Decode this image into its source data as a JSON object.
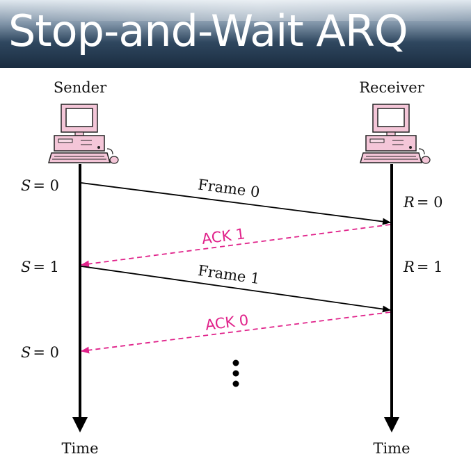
{
  "title": "Stop-and-Wait ARQ",
  "sender": {
    "label": "Sender",
    "time_label": "Time"
  },
  "receiver": {
    "label": "Receiver",
    "time_label": "Time"
  },
  "sender_states": [
    {
      "var": "S",
      "eq": "= 0"
    },
    {
      "var": "S",
      "eq": "= 1"
    },
    {
      "var": "S",
      "eq": "= 0"
    }
  ],
  "receiver_states": [
    {
      "var": "R",
      "eq": "= 0"
    },
    {
      "var": "R",
      "eq": "= 1"
    }
  ],
  "messages": [
    {
      "label": "Frame 0",
      "direction": "sender-to-receiver",
      "style": "solid"
    },
    {
      "label": "ACK 1",
      "direction": "receiver-to-sender",
      "style": "dashed"
    },
    {
      "label": "Frame 1",
      "direction": "sender-to-receiver",
      "style": "solid"
    },
    {
      "label": "ACK 0",
      "direction": "receiver-to-sender",
      "style": "dashed"
    }
  ],
  "colors": {
    "frame": "#000000",
    "ack": "#e0228a",
    "computer_body": "#f4c6d8",
    "computer_outline": "#222222",
    "title_text": "#ffffff"
  },
  "icons": [
    "computer-icon",
    "ellipsis-icon"
  ]
}
